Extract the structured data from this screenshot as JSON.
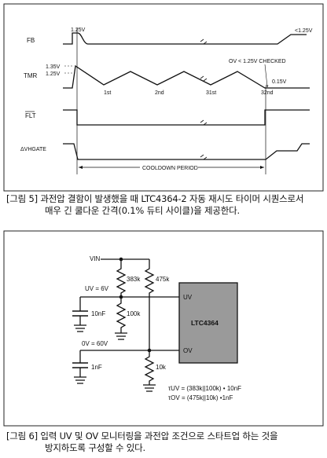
{
  "figure5": {
    "signals": {
      "fb": "FB",
      "tmr": "TMR",
      "flt": "FLT",
      "dvhgate": "ΔVHGATE"
    },
    "annotations": {
      "fb_level_left": "1.25V",
      "fb_level_right": "<1.25V",
      "tmr_high": "1.35V",
      "tmr_low": "1.25V",
      "tmr_checked": "OV < 1.25V CHECKED",
      "tmr_final": "0.15V",
      "cycle_1": "1st",
      "cycle_2": "2nd",
      "cycle_31": "31st",
      "cycle_32": "32nd",
      "cooldown": "COOLDOWN PERIOD"
    },
    "caption_line1": "[그림 5] 과전압 결함이 발생했을 때 LTC4364-2 자동 재시도 타이머 시퀀스로서",
    "caption_line2": "매우 긴 쿨다운 간격(0.1% 듀티 사이클)을 제공한다."
  },
  "figure6": {
    "labels": {
      "vin": "VIN",
      "uv_eq": "UV = 6V",
      "ov_eq": "0V = 60V",
      "r383": "383k",
      "r475": "475k",
      "r100": "100k",
      "r10": "10k",
      "c10": "10nF",
      "c1": "1nF",
      "chip": "LTC4364",
      "pin_uv": "UV",
      "pin_ov": "OV",
      "tau_uv": "τUV = (383k||100k) • 10nF",
      "tau_ov": "τOV = (475k||10k) •1nF"
    },
    "caption_line1": "[그림 6] 입력 UV 및 OV 모니터링을 과전압 조건으로 스타트업 하는 것을",
    "caption_line2": "방지하도록 구성할 수 있다."
  }
}
